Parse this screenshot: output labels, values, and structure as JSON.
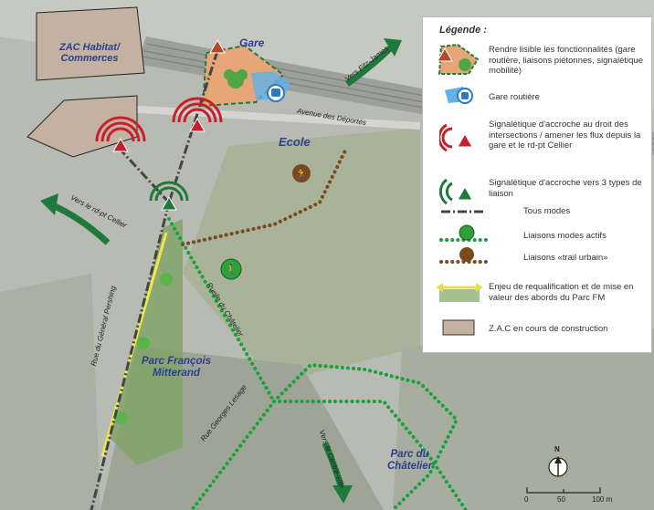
{
  "map": {
    "labels": {
      "zac": "ZAC Habitat/\nCommerces",
      "gare": "Gare",
      "ecole": "Ecole",
      "parc_fm": "Parc François\nMitterand",
      "parc_chatelier": "Parc du\nChâtelier"
    },
    "streets": {
      "deportes": "Avenue des Déportés",
      "fitz": "Vers Fitz-James",
      "cellier": "Vers le rd-pt Cellier",
      "pershing": "Rue du Général Pershing",
      "ruelle": "Ruelle du Châtelier",
      "lesage": "Rue Georges Lesage",
      "centre": "Vers le Centre-ville"
    },
    "compass": "N",
    "scale": [
      "0",
      "50",
      "100 m"
    ]
  },
  "legend": {
    "title": "Légende :",
    "items": [
      {
        "key": "fonctionnalites",
        "text": "Rendre lisible les fonctionnalités (gare routière, liaisons piétonnes, signalétique mobilité)"
      },
      {
        "key": "gare_routiere",
        "text": "Gare routière"
      },
      {
        "key": "signal_rouge",
        "text": "Signalétique d'accroche au droit des intersections / amener les flux depuis la gare et le rd-pt Cellier"
      },
      {
        "key": "signal_vert",
        "text": "Signalétique d'accroche vers 3 types de liaison"
      },
      {
        "key": "tous_modes",
        "text": "Tous modes"
      },
      {
        "key": "modes_actifs",
        "text": "Liaisons modes actifs"
      },
      {
        "key": "trail",
        "text": "Liaisons «trail urbain»"
      },
      {
        "key": "requalification",
        "text": "Enjeu de requalification et de mise en valeur des abords du Parc FM"
      },
      {
        "key": "zac",
        "text": "Z.A.C en cours de construction"
      }
    ]
  },
  "colors": {
    "red": "#c8202a",
    "green": "#1e7a3a",
    "dot_green": "#19a23a",
    "dot_brown": "#7a4a1e",
    "yellow": "#e8e04a",
    "zac_fill": "#c3b2a2",
    "gare_fill": "#e6a678",
    "bus_blue": "#2e78c8"
  }
}
